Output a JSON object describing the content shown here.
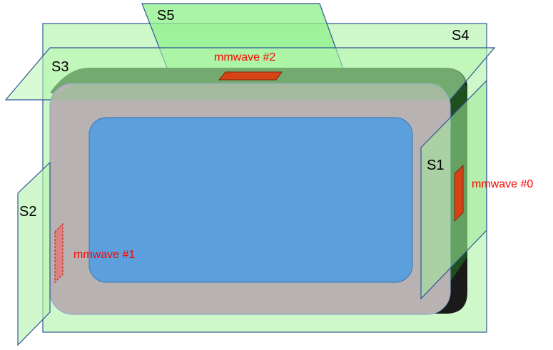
{
  "diagram": {
    "planes": {
      "s1": "S1",
      "s2": "S2",
      "s3": "S3",
      "s4": "S4",
      "s5": "S5"
    },
    "antennas": {
      "mmwave0": "mmwave #0",
      "mmwave1": "mmwave #1",
      "mmwave2": "mmwave #2"
    }
  },
  "colors": {
    "plane_fill": "#b8f5b0",
    "plane_stroke": "#2f5597",
    "device_body": "#b8b3b2",
    "device_edge": "#1f4e1f",
    "screen": "#5b9fdc",
    "antenna": "#d84315",
    "antenna_label": "#ff0000"
  }
}
